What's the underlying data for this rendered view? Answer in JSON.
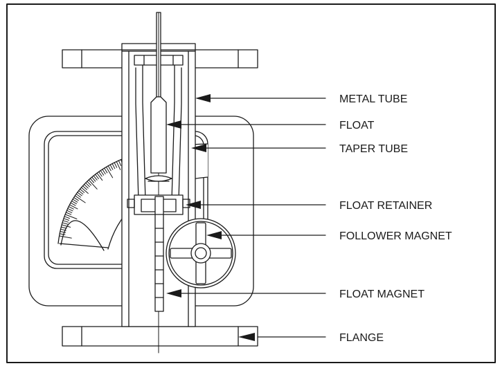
{
  "diagram": {
    "labels": [
      {
        "id": "metal-tube",
        "text": "METAL TUBE"
      },
      {
        "id": "float",
        "text": "FLOAT"
      },
      {
        "id": "taper-tube",
        "text": "TAPER TUBE"
      },
      {
        "id": "float-retainer",
        "text": "FLOAT RETAINER"
      },
      {
        "id": "follower-magnet",
        "text": "FOLLOWER MAGNET"
      },
      {
        "id": "float-magnet",
        "text": "FLOAT MAGNET"
      },
      {
        "id": "flange",
        "text": "FLANGE"
      }
    ],
    "colors": {
      "stroke": "#1a1a1a",
      "background": "#ffffff"
    }
  }
}
